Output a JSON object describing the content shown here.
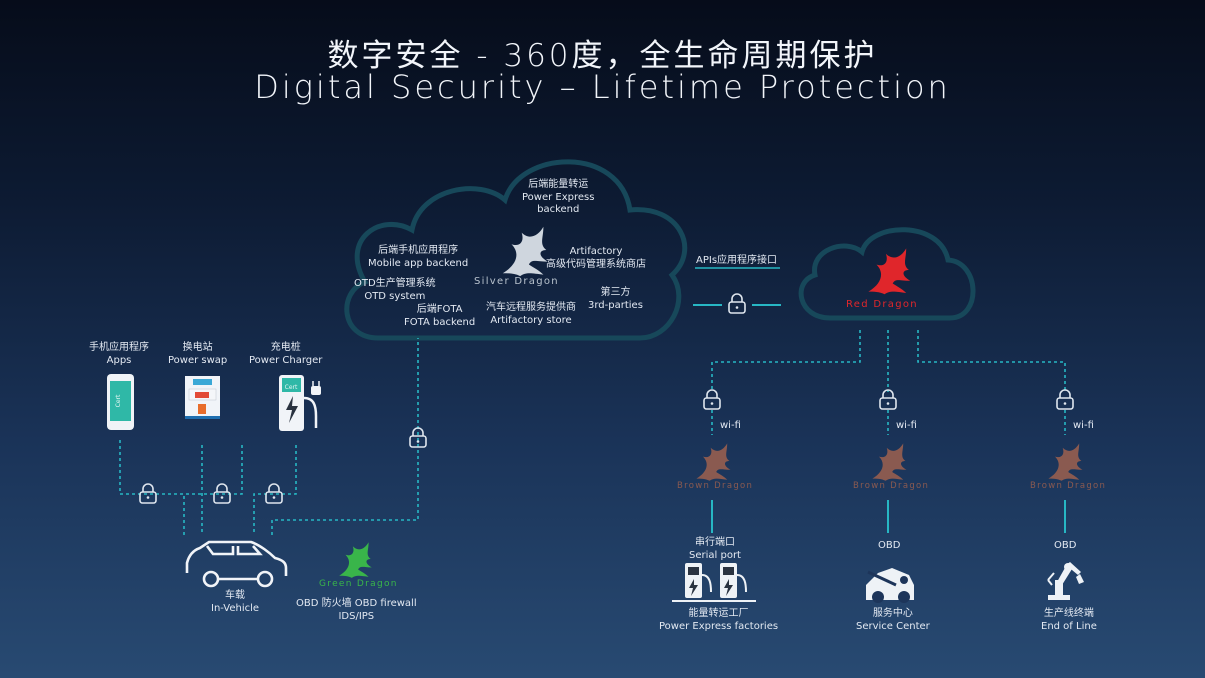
{
  "title_cn": "数字安全 - 360度，全生命周期保护",
  "title_en": "Digital Security – Lifetime Protection",
  "cloud": {
    "brand": "Silver Dragon",
    "items": [
      {
        "cn": "后端能量转运",
        "en1": "Power Express",
        "en2": "backend"
      },
      {
        "cn": "后端手机应用程序",
        "en1": "Mobile app backend"
      },
      {
        "cn": "Artifactory",
        "en1": "高级代码管理系统商店"
      },
      {
        "cn": "OTD生产管理系统",
        "en1": "OTD system"
      },
      {
        "cn": "第三方",
        "en1": "3rd-parties"
      },
      {
        "cn": "后端FOTA",
        "en1": "FOTA backend"
      },
      {
        "cn": "汽车远程服务提供商",
        "en1": "Artifactory store"
      }
    ]
  },
  "api_label": "APIs应用程序接口",
  "red_dragon": "Red Dragon",
  "devices": [
    {
      "cn": "手机应用程序",
      "en": "Apps",
      "icon_text": "Cert"
    },
    {
      "cn": "换电站",
      "en": "Power swap"
    },
    {
      "cn": "充电桩",
      "en": "Power Charger",
      "icon_text": "Cert"
    }
  ],
  "vehicle": {
    "cn": "车载",
    "en": "In-Vehicle"
  },
  "green_dragon": {
    "brand": "Green Dragon",
    "line1": "OBD 防火墙 OBD firewall",
    "line2": "IDS/IPS"
  },
  "wifi_label": "wi-fi",
  "brown_dragon": "Brown Dragon",
  "sites": [
    {
      "link1": "串行端口",
      "link2": "Serial port",
      "cn": "能量转运工厂",
      "en": "Power Express factories"
    },
    {
      "link1": "OBD",
      "cn": "服务中心",
      "en": "Service Center"
    },
    {
      "link1": "OBD",
      "cn": "生产线终端",
      "en": "End of Line"
    }
  ],
  "colors": {
    "accent_teal": "#27b7c4",
    "cloud_stroke": "#17485a",
    "silver": "#cfd6de",
    "red": "#e0262b",
    "green": "#39b54a",
    "brown": "#8a5a50"
  }
}
